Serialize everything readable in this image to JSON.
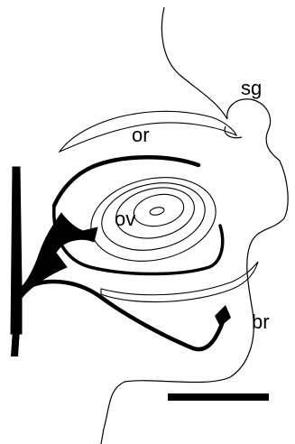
{
  "labels": {
    "sg": "sg",
    "or": "or",
    "ov": "ov",
    "br": "br"
  },
  "colors": {
    "ink": "#000000",
    "paper": "#ffffff"
  }
}
